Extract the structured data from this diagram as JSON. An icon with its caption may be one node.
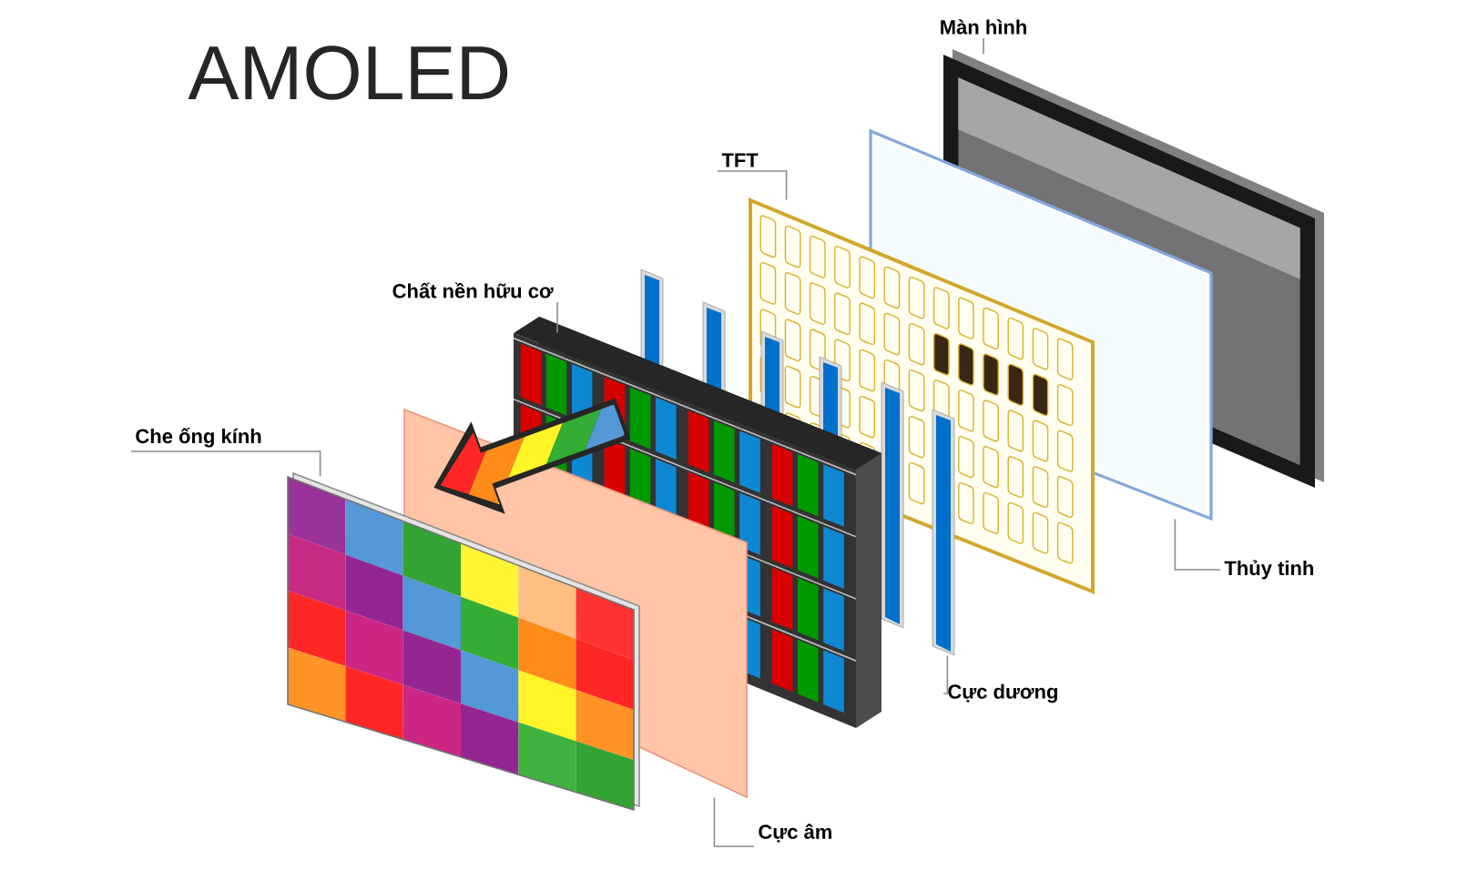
{
  "diagram": {
    "title": "AMOLED",
    "nodes": [
      {
        "text": [
          "Màn hình"
        ]
      },
      {
        "text": [
          "TFT"
        ]
      },
      {
        "text": [
          "Chất nền hữu cơ"
        ]
      },
      {
        "text": [
          "Che ống kính"
        ]
      },
      {
        "text": [
          "Thủy tinh"
        ]
      },
      {
        "text": [
          "Cực dương"
        ]
      },
      {
        "text": [
          "Cực âm"
        ]
      },
      {
        "text": [],
        "shape": "picture"
      },
      {
        "text": [],
        "shape": "picture"
      },
      {
        "text": [],
        "shape": "picture"
      },
      {
        "text": [],
        "shape": "picture"
      },
      {
        "text": [],
        "shape": "picture"
      },
      {
        "text": [],
        "shape": "picture"
      },
      {
        "text": [],
        "shape": "picture"
      }
    ],
    "edges": [
      {
        "from": 0,
        "to": 13,
        "arrow": "none"
      },
      {
        "from": 1,
        "to": 11,
        "arrow": "none"
      },
      {
        "from": 2,
        "to": 9,
        "arrow": "none"
      },
      {
        "from": 3,
        "to": 7,
        "arrow": "none"
      },
      {
        "from": 4,
        "to": 12,
        "arrow": "none"
      },
      {
        "from": 5,
        "to": 10,
        "arrow": "none"
      },
      {
        "from": 6,
        "to": 8,
        "arrow": "none"
      },
      {
        "from": 9,
        "to": 8,
        "arrow": "to",
        "style": "thick",
        "color": "#262626"
      }
    ]
  }
}
